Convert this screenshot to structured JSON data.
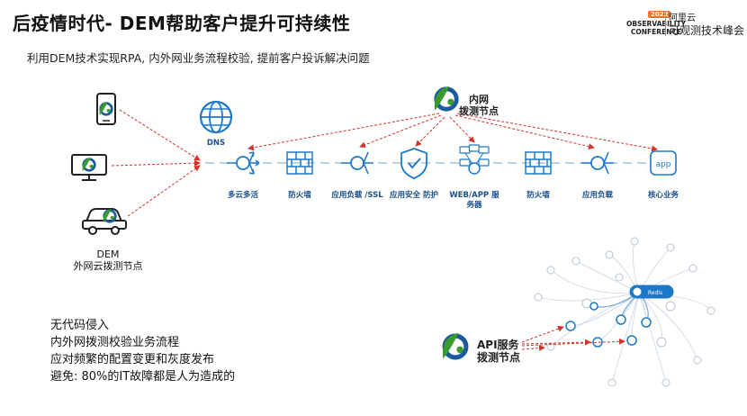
{
  "header": {
    "title": "后疫情时代- DEM帮助客户提升可持续性",
    "subtitle": "利用DEM技术实现RPA, 内外网业务流程校验, 提前客户投诉解决问题"
  },
  "conference": {
    "year": "2022",
    "name_en_1": "OBSERVABILITY",
    "name_en_2": "CONFERENCE",
    "brand": "阿里云",
    "name_cn": "可观测技术峰会"
  },
  "diagram": {
    "dns_label": "DNS",
    "nodes": [
      {
        "label": "多云多活",
        "icon": "load-balancer-icon"
      },
      {
        "label": "防火墙",
        "icon": "firewall-icon"
      },
      {
        "label": "应用负载 /SSL",
        "icon": "load-balancer-icon"
      },
      {
        "label": "应用安全 防护",
        "icon": "shield-icon"
      },
      {
        "label": "WEB/APP 服务器",
        "icon": "server-cluster-icon"
      },
      {
        "label": "防火墙",
        "icon": "firewall-icon"
      },
      {
        "label": "应用负载",
        "icon": "load-balancer-icon"
      },
      {
        "label": "核心业务",
        "icon": "app-icon"
      }
    ],
    "core_icon_text": "app",
    "dem_label_line1": "DEM",
    "dem_label_line2": "外网云拨测节点",
    "internal_label_line1": "内网",
    "internal_label_line2": "拨测节点",
    "api_label_line1": "API服务",
    "api_label_line2": "拨测节点",
    "graph_center_label": "Redis"
  },
  "benefits": [
    "无代码侵入",
    "内外网拨测校验业务流程",
    "应对频繁的配置变更和灰度发布",
    "避免: 80%的IT故障都是人为造成的"
  ],
  "colors": {
    "accent_blue": "#1e78c8",
    "dashed_red": "#d0342c",
    "logo_green": "#3a9a2e",
    "logo_blue": "#1b5a9c",
    "flow_line": "#8fb6d9"
  }
}
